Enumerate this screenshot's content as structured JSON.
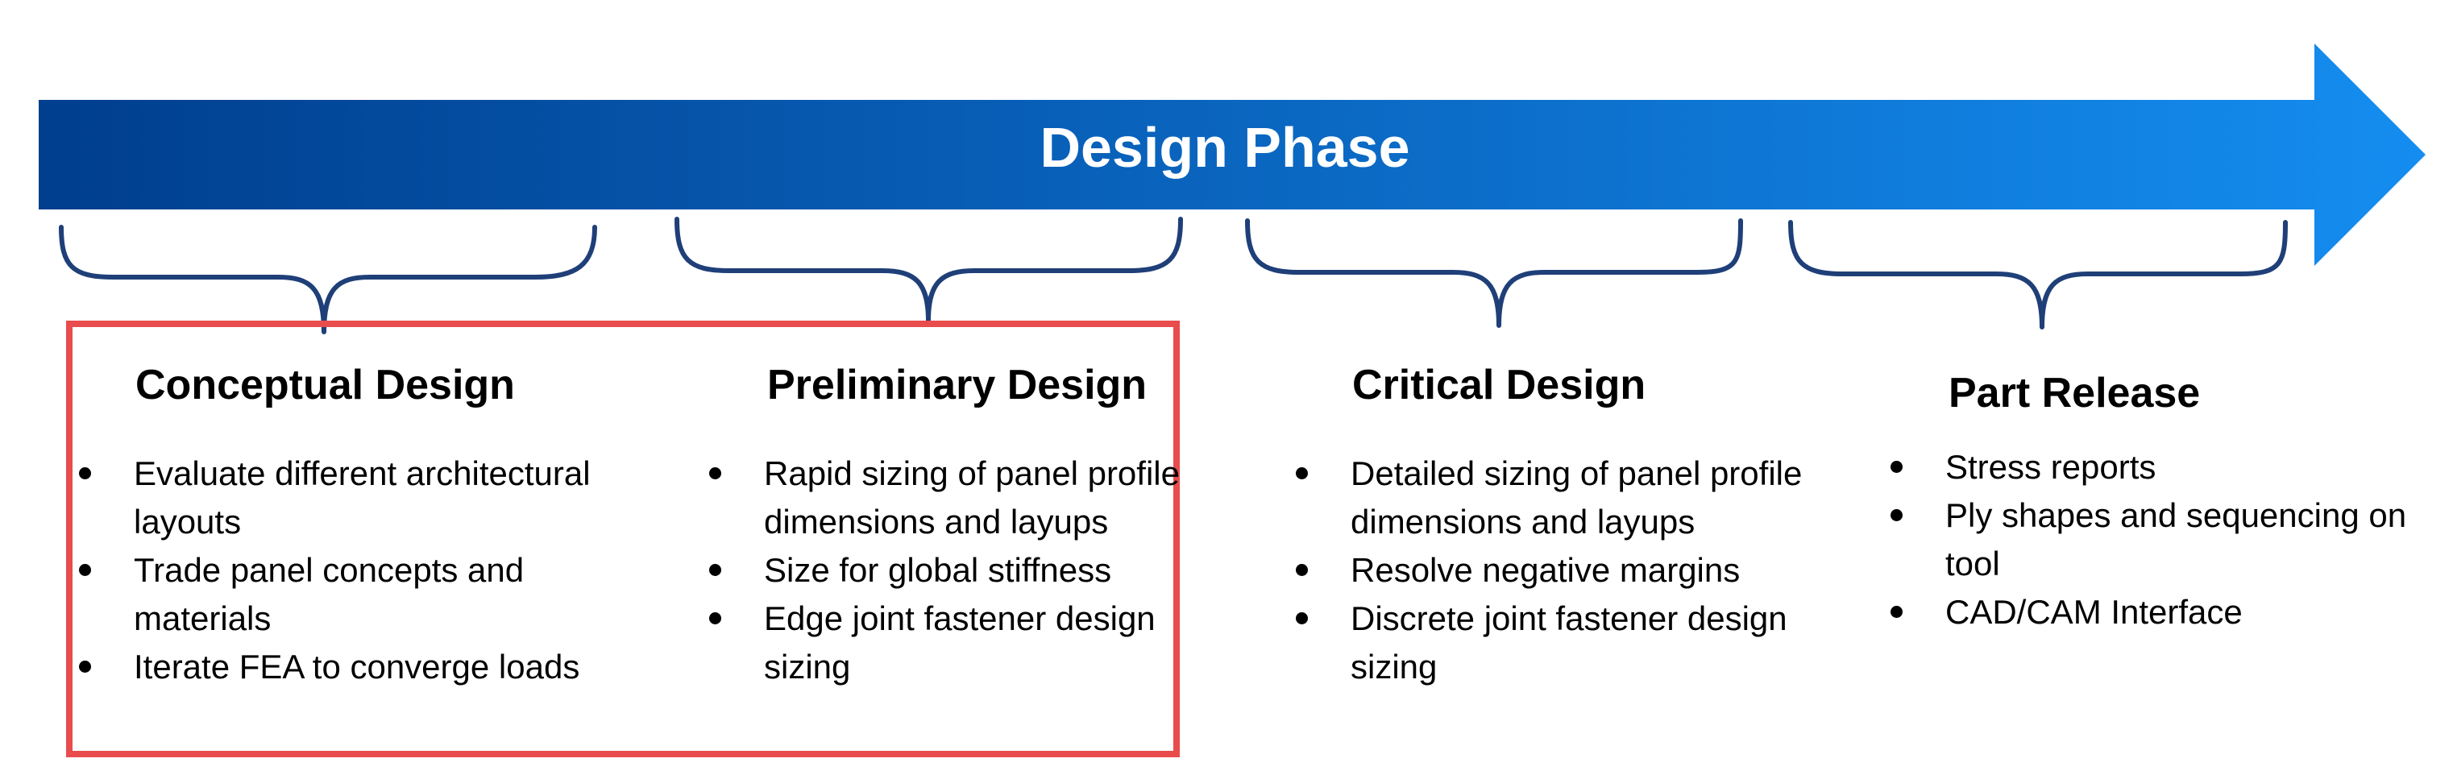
{
  "colors": {
    "arrow_start": "#003e8e",
    "arrow_end": "#148df0",
    "brace": "#1f3f78",
    "highlight_box": "#e84c4c",
    "text": "#000000"
  },
  "phase": {
    "title": "Design Phase"
  },
  "stages": [
    {
      "title": "Conceptual Design",
      "bullets": [
        "Evaluate different architectural layouts",
        "Trade panel concepts and materials",
        "Iterate FEA to converge loads"
      ]
    },
    {
      "title": "Preliminary Design",
      "bullets": [
        "Rapid sizing of panel profile dimensions and layups",
        "Size for global stiffness",
        "Edge joint fastener design sizing"
      ]
    },
    {
      "title": "Critical Design",
      "bullets": [
        "Detailed sizing of panel profile dimensions and layups",
        "Resolve negative margins",
        "Discrete joint fastener design sizing"
      ]
    },
    {
      "title": "Part Release",
      "bullets": [
        "Stress reports",
        "Ply shapes and sequencing on tool",
        "CAD/CAM Interface"
      ]
    }
  ]
}
